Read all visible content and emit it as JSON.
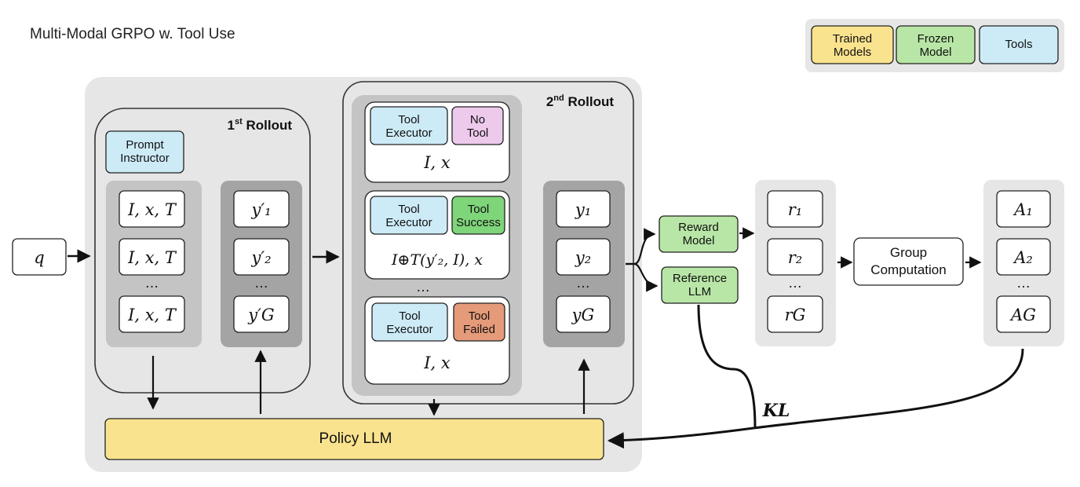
{
  "title": "Multi-Modal GRPO w. Tool Use",
  "legend": {
    "trained": "Trained\nModels",
    "frozen": "Frozen\nModel",
    "tools": "Tools"
  },
  "colors": {
    "trained": "#fae38e",
    "frozen": "#b8e6a6",
    "tools": "#cdebf7",
    "no_tool": "#edc9ec",
    "tool_success": "#7fd57a",
    "tool_failed": "#e59b79",
    "panel_light": "#e6e6e6",
    "panel_mid": "#c4c4c4",
    "panel_dark": "#a4a4a4"
  },
  "query": "q",
  "rollout1": {
    "title_pre": "1",
    "title_sup": "st",
    "title_post": " Rollout",
    "prompt_instructor": "Prompt\nInstructor",
    "inputs": [
      "I, x, T",
      "I, x, T",
      "I, x, T"
    ],
    "outputs": [
      "y′₁",
      "y′₂",
      "y′G"
    ],
    "ellipsis": "…"
  },
  "rollout2": {
    "title_pre": "2",
    "title_sup": "nd",
    "title_post": " Rollout",
    "cases": [
      {
        "executor": "Tool\nExecutor",
        "status": "No\nTool",
        "input": "I, x"
      },
      {
        "executor": "Tool\nExecutor",
        "status": "Tool\nSuccess",
        "input": "I⊕T(y′₂, I), x"
      },
      {
        "executor": "Tool\nExecutor",
        "status": "Tool\nFailed",
        "input": "I, x"
      }
    ],
    "outputs": [
      "y₁",
      "y₂",
      "yG"
    ],
    "ellipsis": "…"
  },
  "reward_model": "Reward\nModel",
  "reference_llm": "Reference\nLLM",
  "rewards": [
    "r₁",
    "r₂",
    "rG"
  ],
  "group_computation": "Group\nComputation",
  "advantages": [
    "A₁",
    "A₂",
    "AG"
  ],
  "kl": "KL",
  "policy_llm": "Policy LLM"
}
